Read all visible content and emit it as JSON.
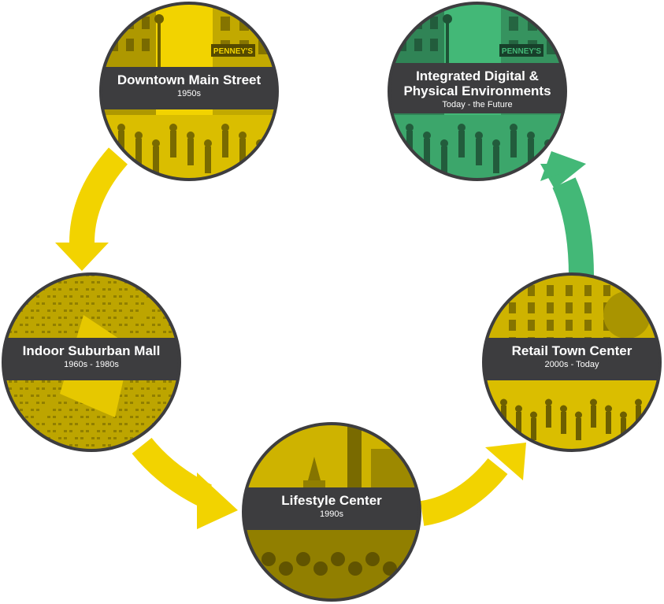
{
  "colors": {
    "yellow": "#f2d300",
    "green": "#43b877",
    "band": "#3d3d3f",
    "ring": "#3d3d3f"
  },
  "stages": [
    {
      "title": "Downtown Main Street",
      "subtitle": "1950s",
      "color": "yellow",
      "scene": "street",
      "sign": "PENNEY'S"
    },
    {
      "title": "Indoor Suburban Mall",
      "subtitle": "1960s - 1980s",
      "color": "yellow",
      "scene": "aerial"
    },
    {
      "title": "Lifestyle Center",
      "subtitle": "1990s",
      "color": "yellow",
      "scene": "plaza"
    },
    {
      "title": "Retail Town Center",
      "subtitle": "2000s - Today",
      "color": "yellow",
      "scene": "town"
    },
    {
      "title": "Integrated Digital & Physical Environments",
      "title_lines": [
        "Integrated Digital &",
        "Physical Environments"
      ],
      "subtitle": "Today - the Future",
      "color": "green",
      "scene": "street",
      "sign": "PENNEY'S"
    }
  ],
  "arrows": [
    {
      "from": "Downtown Main Street",
      "to": "Indoor Suburban Mall",
      "color": "yellow"
    },
    {
      "from": "Indoor Suburban Mall",
      "to": "Lifestyle Center",
      "color": "yellow"
    },
    {
      "from": "Lifestyle Center",
      "to": "Retail Town Center",
      "color": "yellow"
    },
    {
      "from": "Retail Town Center",
      "to": "Integrated Digital & Physical Environments",
      "color": "green"
    }
  ]
}
